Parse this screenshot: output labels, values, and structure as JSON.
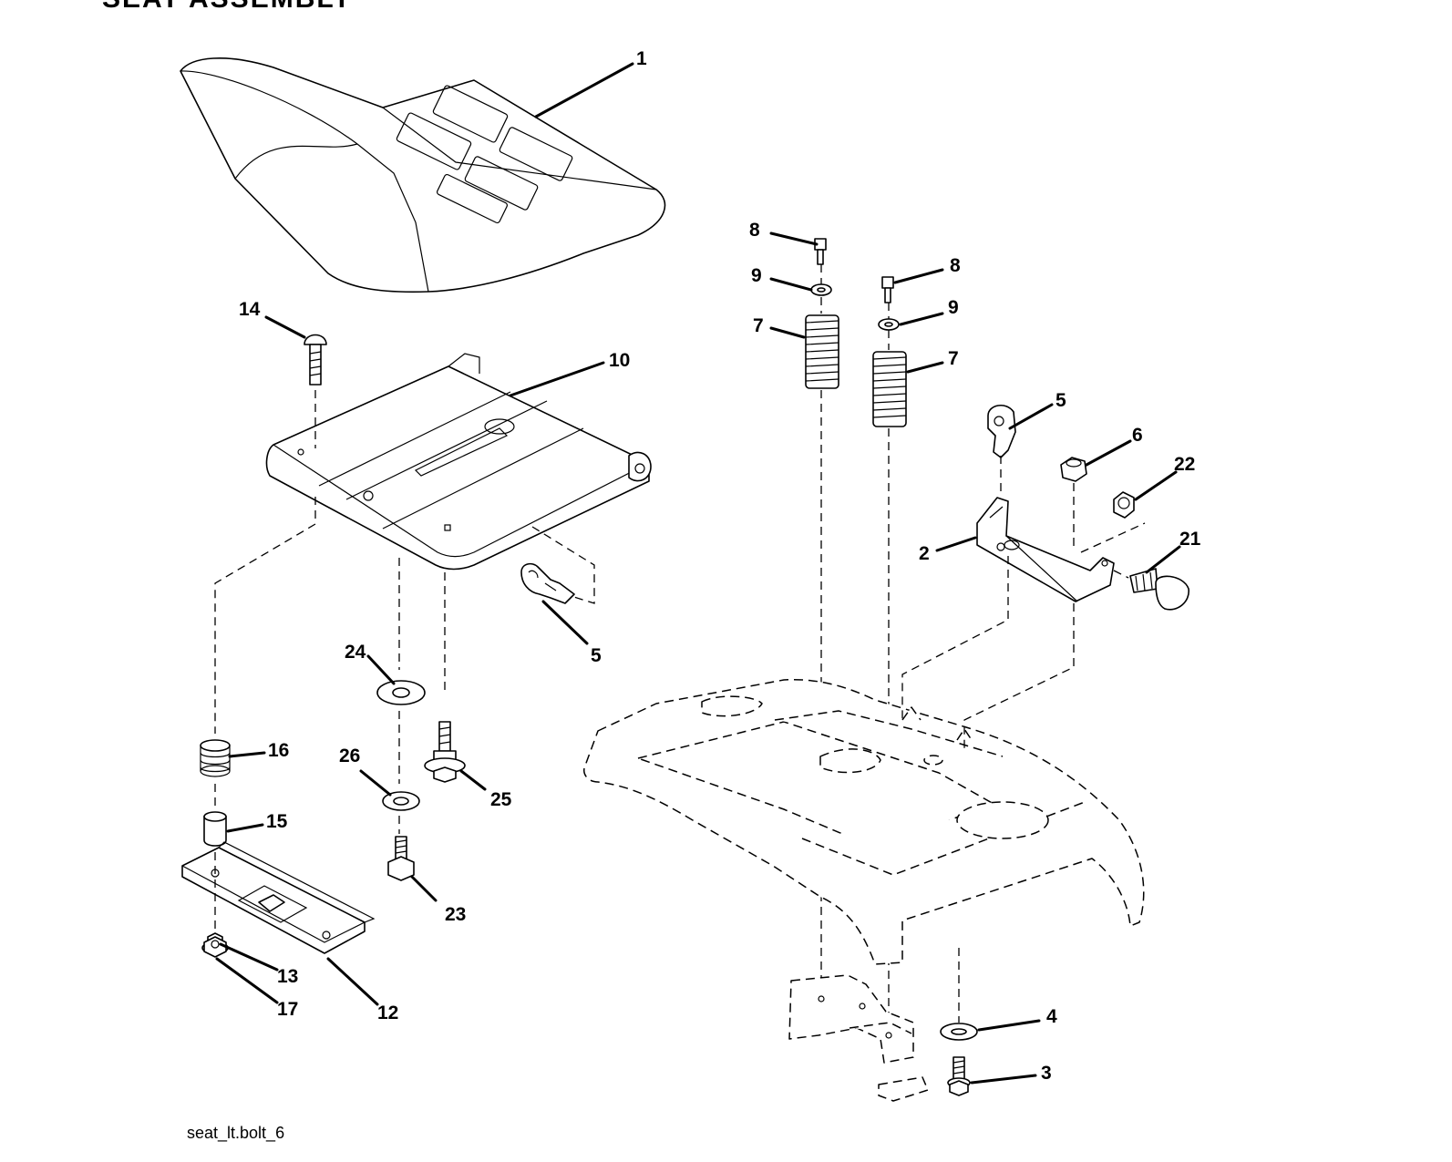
{
  "title": "SEAT ASSEMBLY",
  "caption": "seat_lt.bolt_6",
  "callouts": [
    {
      "id": "c1",
      "num": "1"
    },
    {
      "id": "c14",
      "num": "14"
    },
    {
      "id": "c10",
      "num": "10"
    },
    {
      "id": "c5a",
      "num": "5"
    },
    {
      "id": "c24",
      "num": "24"
    },
    {
      "id": "c16",
      "num": "16"
    },
    {
      "id": "c26",
      "num": "26"
    },
    {
      "id": "c25",
      "num": "25"
    },
    {
      "id": "c15",
      "num": "15"
    },
    {
      "id": "c23",
      "num": "23"
    },
    {
      "id": "c13",
      "num": "13"
    },
    {
      "id": "c17",
      "num": "17"
    },
    {
      "id": "c12",
      "num": "12"
    },
    {
      "id": "c8a",
      "num": "8"
    },
    {
      "id": "c9a",
      "num": "9"
    },
    {
      "id": "c7a",
      "num": "7"
    },
    {
      "id": "c8b",
      "num": "8"
    },
    {
      "id": "c9b",
      "num": "9"
    },
    {
      "id": "c7b",
      "num": "7"
    },
    {
      "id": "c5b",
      "num": "5"
    },
    {
      "id": "c6",
      "num": "6"
    },
    {
      "id": "c22",
      "num": "22"
    },
    {
      "id": "c2",
      "num": "2"
    },
    {
      "id": "c21",
      "num": "21"
    },
    {
      "id": "c4",
      "num": "4"
    },
    {
      "id": "c3",
      "num": "3"
    }
  ]
}
